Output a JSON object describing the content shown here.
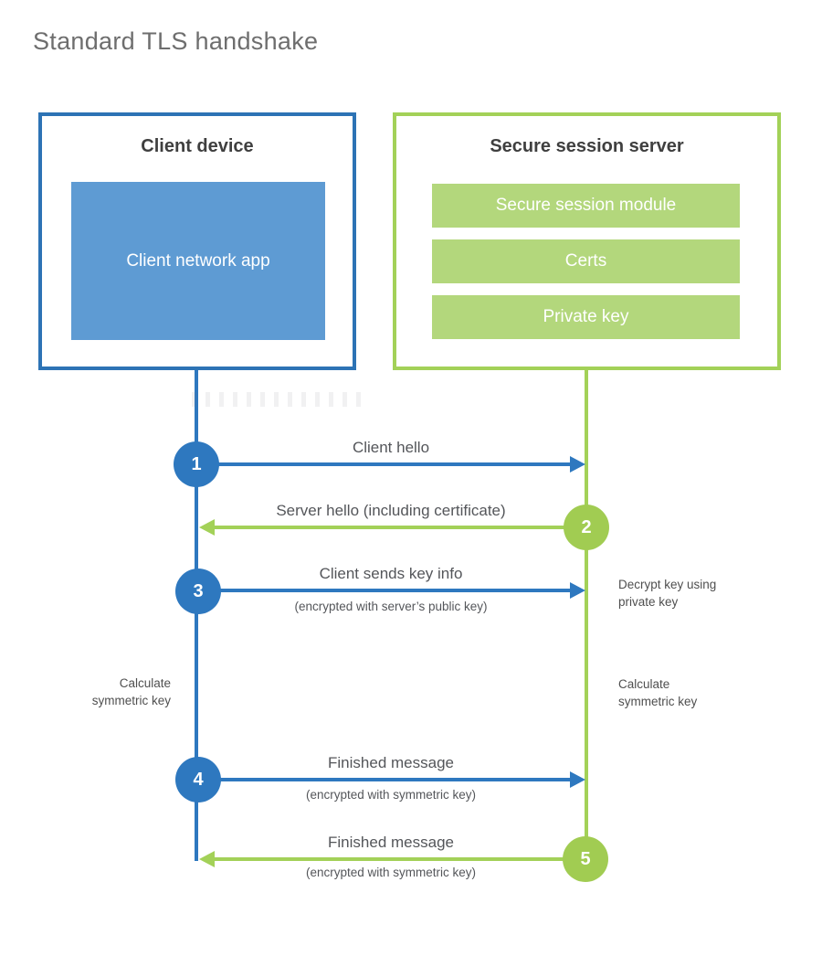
{
  "title": "Standard TLS handshake",
  "client": {
    "title": "Client device",
    "app": "Client network app"
  },
  "server": {
    "title": "Secure session server",
    "modules": [
      "Secure session module",
      "Certs",
      "Private key"
    ]
  },
  "steps": [
    {
      "num": "1",
      "label": "Client hello",
      "sub": "",
      "direction": "client-to-server"
    },
    {
      "num": "2",
      "label": "Server hello (including certificate)",
      "sub": "",
      "direction": "server-to-client"
    },
    {
      "num": "3",
      "label": "Client sends key info",
      "sub": "(encrypted with server’s public key)",
      "direction": "client-to-server"
    },
    {
      "num": "4",
      "label": "Finished message",
      "sub": "(encrypted with symmetric key)",
      "direction": "client-to-server"
    },
    {
      "num": "5",
      "label": "Finished message",
      "sub": "(encrypted with symmetric key)",
      "direction": "server-to-client"
    }
  ],
  "notes": {
    "decrypt": "Decrypt key using\nprivate key",
    "calc_left": "Calculate\nsymmetric key",
    "calc_right": "Calculate\nsymmetric key"
  },
  "colors": {
    "blue": "#2e78bf",
    "blue_border": "#2d73b5",
    "blue_fill": "#5e9bd3",
    "green": "#a3d158",
    "green_fill": "#b3d77c",
    "green_circle": "#a1cc52",
    "label_gray": "#54565a",
    "title_gray": "#6e6e6e"
  }
}
